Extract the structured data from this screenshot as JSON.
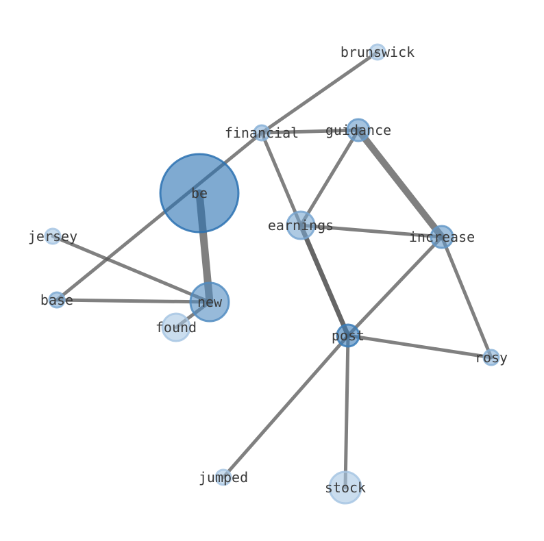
{
  "graph": {
    "nodes": [
      {
        "id": "be",
        "label": "be",
        "weight": 1.0
      },
      {
        "id": "new",
        "label": "new",
        "weight": 0.75
      },
      {
        "id": "post",
        "label": "post",
        "weight": 0.9
      },
      {
        "id": "guidance",
        "label": "guidance",
        "weight": 0.6
      },
      {
        "id": "increase",
        "label": "increase",
        "weight": 0.65
      },
      {
        "id": "earnings",
        "label": "earnings",
        "weight": 0.5
      },
      {
        "id": "financial",
        "label": "financial",
        "weight": 0.4
      },
      {
        "id": "rosy",
        "label": "rosy",
        "weight": 0.4
      },
      {
        "id": "base",
        "label": "base",
        "weight": 0.45
      },
      {
        "id": "jersey",
        "label": "jersey",
        "weight": 0.2
      },
      {
        "id": "brunswick",
        "label": "brunswick",
        "weight": 0.2
      },
      {
        "id": "found",
        "label": "found",
        "weight": 0.2
      },
      {
        "id": "jumped",
        "label": "jumped",
        "weight": 0.2
      },
      {
        "id": "stock",
        "label": "stock",
        "weight": 0.2
      }
    ],
    "edges": [
      {
        "source": "brunswick",
        "target": "financial",
        "weight": 1
      },
      {
        "source": "financial",
        "target": "guidance",
        "weight": 1
      },
      {
        "source": "financial",
        "target": "base",
        "weight": 1
      },
      {
        "source": "financial",
        "target": "earnings",
        "weight": 1
      },
      {
        "source": "guidance",
        "target": "earnings",
        "weight": 1
      },
      {
        "source": "guidance",
        "target": "increase",
        "weight": 2
      },
      {
        "source": "earnings",
        "target": "increase",
        "weight": 1
      },
      {
        "source": "earnings",
        "target": "post",
        "weight": 1.4
      },
      {
        "source": "increase",
        "target": "post",
        "weight": 1
      },
      {
        "source": "increase",
        "target": "rosy",
        "weight": 1
      },
      {
        "source": "post",
        "target": "rosy",
        "weight": 1
      },
      {
        "source": "post",
        "target": "jumped",
        "weight": 1
      },
      {
        "source": "post",
        "target": "stock",
        "weight": 1
      },
      {
        "source": "be",
        "target": "new",
        "weight": 2.2
      },
      {
        "source": "jersey",
        "target": "new",
        "weight": 1
      },
      {
        "source": "base",
        "target": "new",
        "weight": 1
      },
      {
        "source": "new",
        "target": "found",
        "weight": 1
      }
    ]
  }
}
